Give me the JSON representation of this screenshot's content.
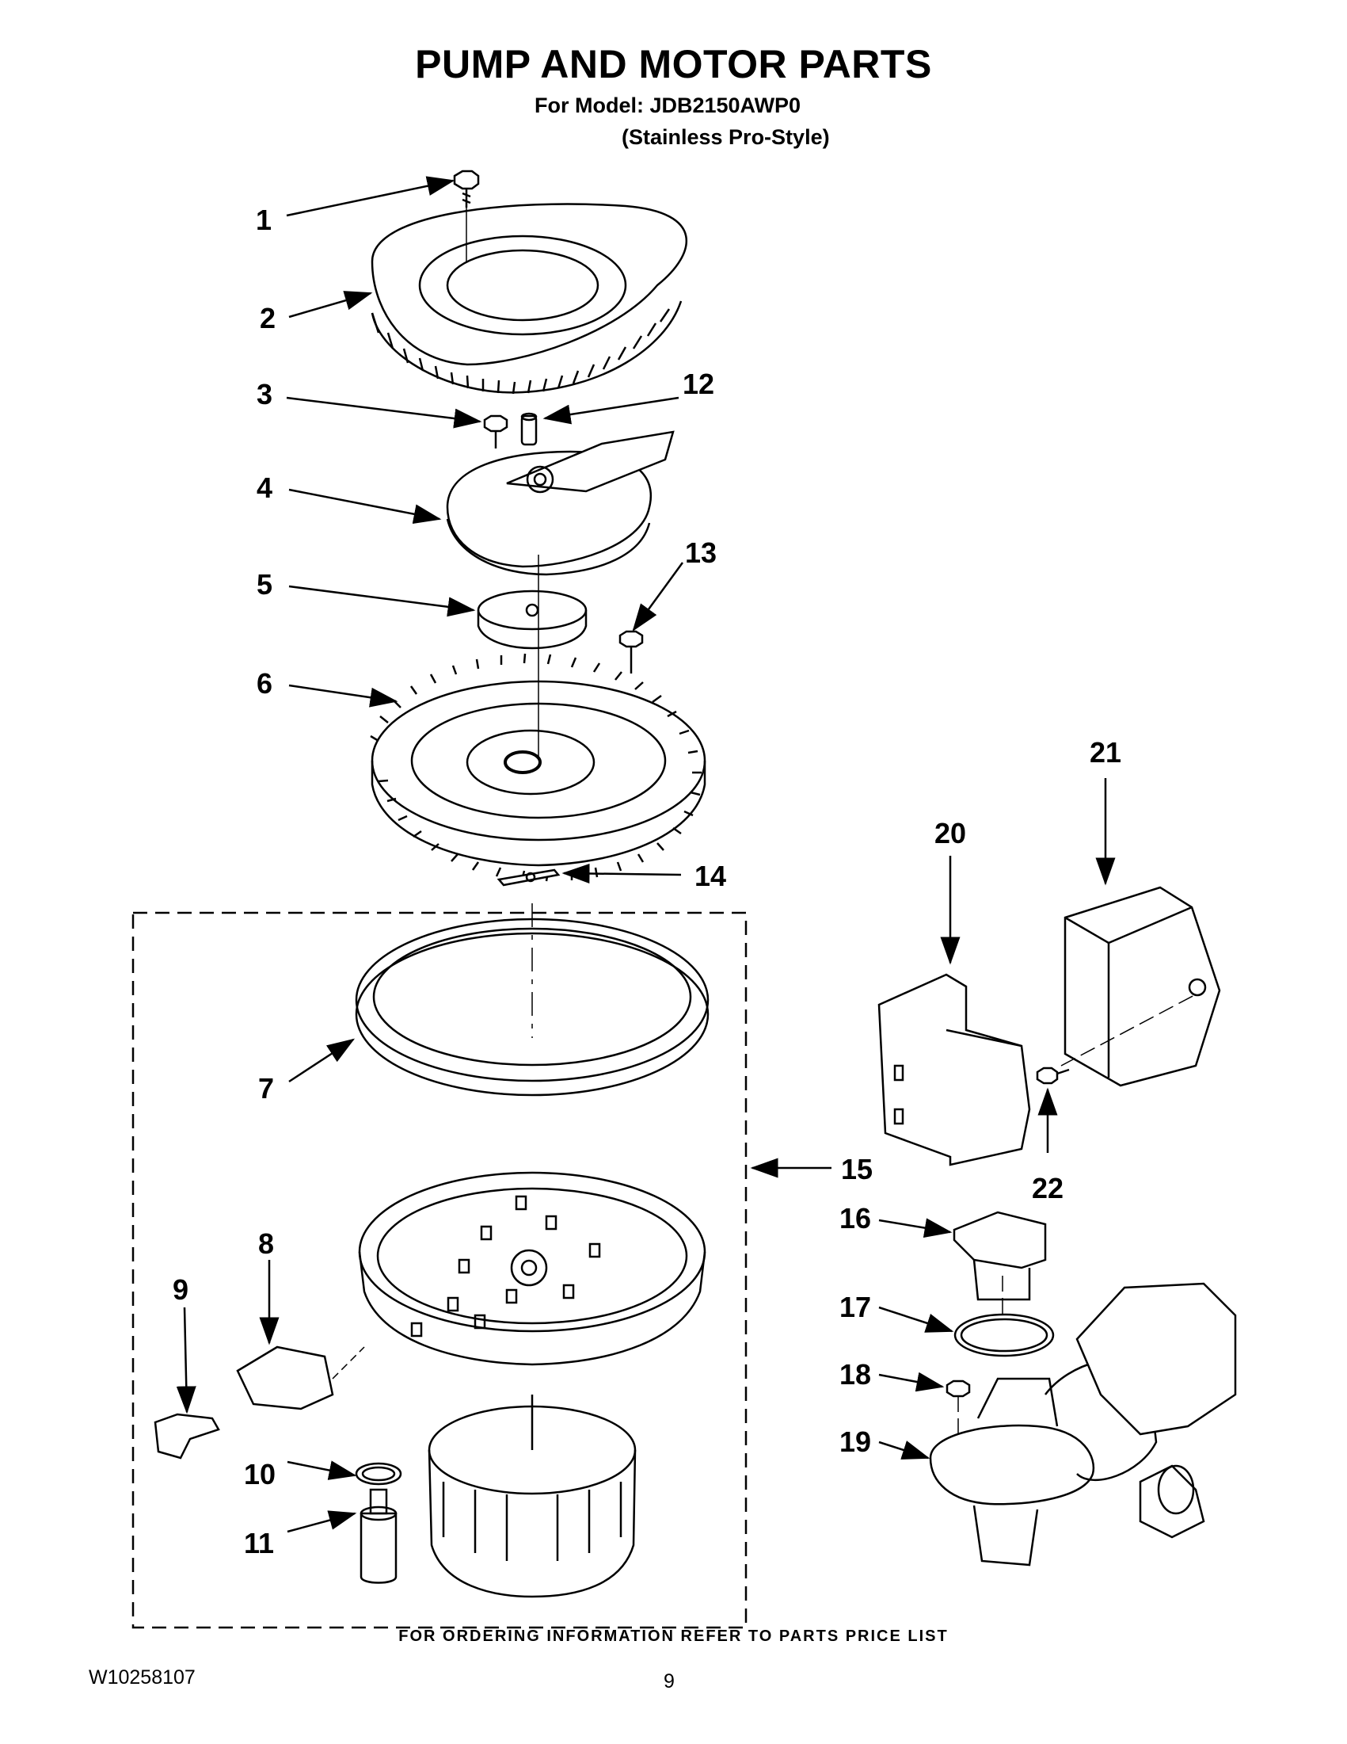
{
  "header": {
    "title": "PUMP AND MOTOR PARTS",
    "model_line": "For Model: JDB2150AWP0",
    "variant_line": "(Stainless Pro-Style)"
  },
  "callouts": [
    "1",
    "2",
    "3",
    "4",
    "5",
    "6",
    "7",
    "8",
    "9",
    "10",
    "11",
    "12",
    "13",
    "14",
    "15",
    "16",
    "17",
    "18",
    "19",
    "20",
    "21",
    "22"
  ],
  "footer": {
    "ordering_note": "FOR ORDERING INFORMATION REFER TO PARTS PRICE LIST",
    "document_number": "W10258107",
    "page_number": "9"
  }
}
